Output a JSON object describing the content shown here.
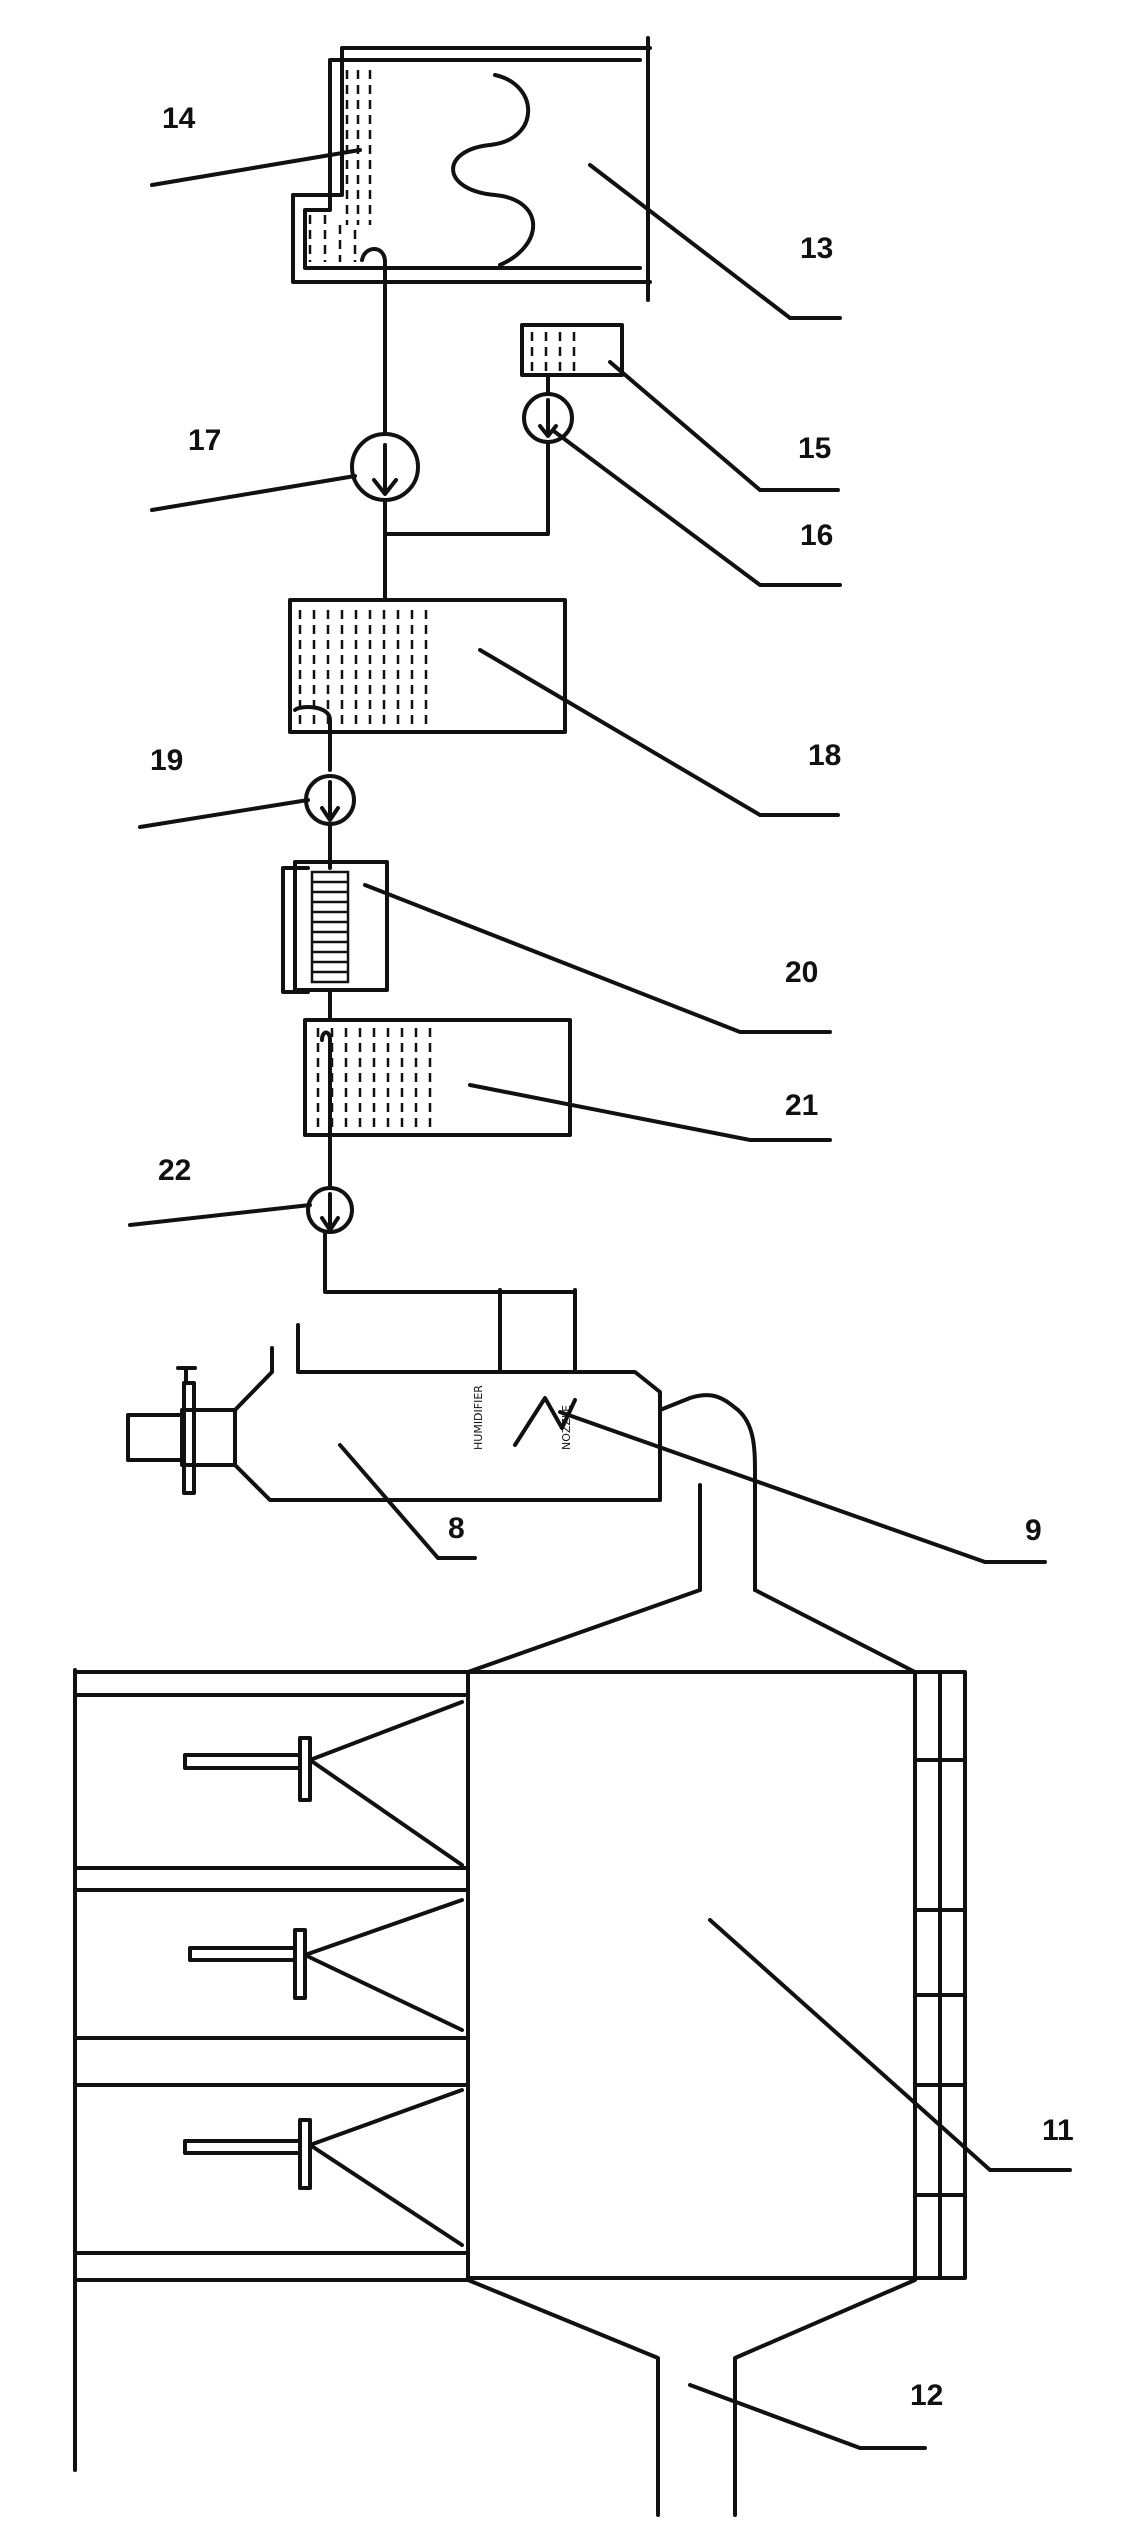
{
  "labels": {
    "l8": "8",
    "l9": "9",
    "l11": "11",
    "l12": "12",
    "l13": "13",
    "l14": "14",
    "l15": "15",
    "l16": "16",
    "l17": "17",
    "l18": "18",
    "l19": "19",
    "l20": "20",
    "l21": "21",
    "l22": "22"
  },
  "colors": {
    "line": "#111111",
    "background": "#ffffff"
  }
}
